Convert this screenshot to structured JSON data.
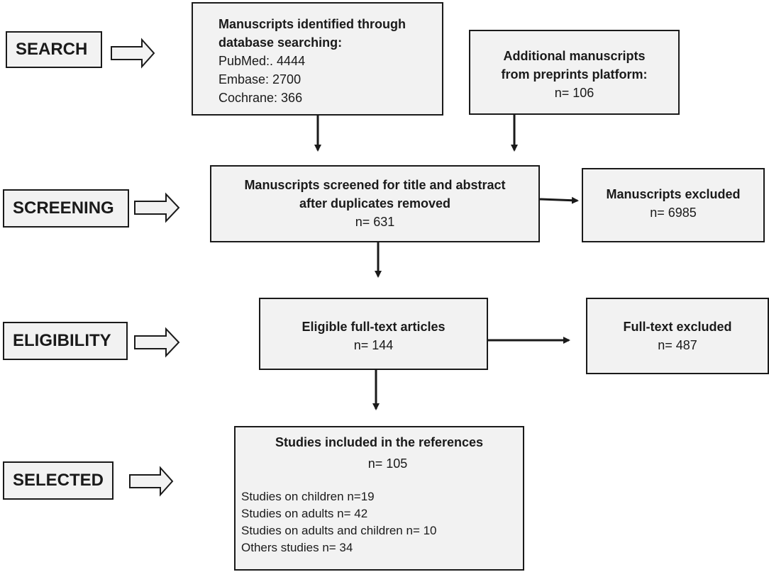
{
  "stages": {
    "search": "SEARCH",
    "screening": "SCREENING",
    "eligibility": "ELIGIBILITY",
    "selected": "SELECTED"
  },
  "database_box": {
    "title_line1": "Manuscripts identified through",
    "title_line2": "database searching:",
    "pubmed": "PubMed:. 4444",
    "embase": "Embase: 2700",
    "cochrane": "Cochrane: 366"
  },
  "preprints_box": {
    "title_line1": "Additional manuscripts",
    "title_line2": "from preprints platform:",
    "count": "n= 106"
  },
  "screened_box": {
    "title_line1": "Manuscripts screened for title and abstract",
    "title_line2": "after duplicates removed",
    "count": "n= 631"
  },
  "excluded_box": {
    "title": "Manuscripts excluded",
    "count": "n= 6985"
  },
  "eligible_box": {
    "title": "Eligible full-text articles",
    "count": "n= 144"
  },
  "fulltext_excluded_box": {
    "title": "Full-text excluded",
    "count": "n= 487"
  },
  "included_box": {
    "title": "Studies included in the references",
    "count": "n= 105",
    "children": "Studies on children n=19",
    "adults": "Studies on adults n= 42",
    "adults_children": "Studies on adults and children n= 10",
    "others": "Others studies n= 34"
  }
}
